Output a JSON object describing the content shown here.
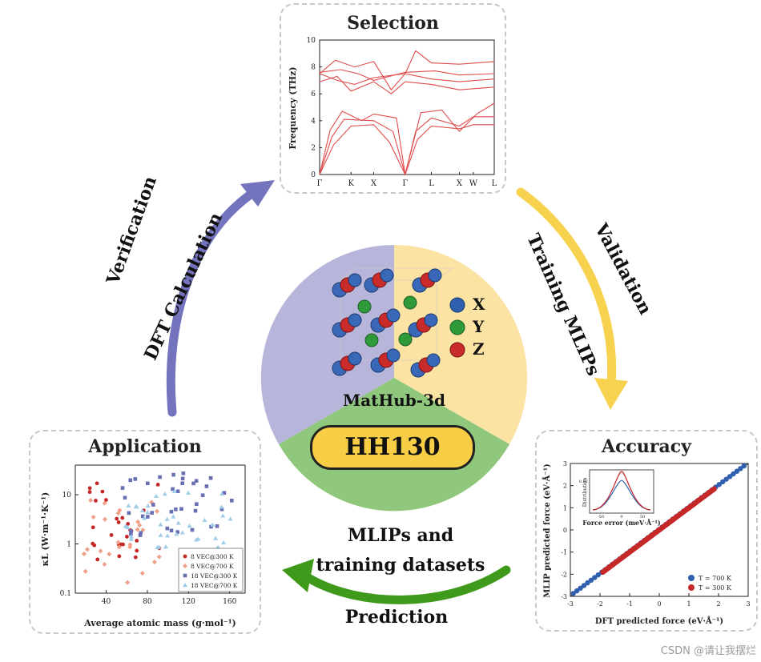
{
  "center": {
    "dataset": "MatHub-3d",
    "badge": "HH130",
    "legend": [
      {
        "symbol": "X",
        "color": "#2f5fae"
      },
      {
        "symbol": "Y",
        "color": "#2e9a3a"
      },
      {
        "symbol": "Z",
        "color": "#c92a2a"
      }
    ],
    "sector_colors": {
      "left": "#b7b6da",
      "right": "#fbe3a3",
      "bottom": "#8fc77c"
    }
  },
  "cycle": {
    "top_left_1": "Verification",
    "top_left_2": "DFT Calculation",
    "top_right_1": "Validation",
    "top_right_2": "Training MLIPs",
    "bottom_1": "MLIPs and",
    "bottom_2": "training datasets",
    "bottom_3": "Prediction",
    "arrow_colors": {
      "left": "#7473bd",
      "right": "#f7d24e",
      "bottom": "#3f9a1c"
    }
  },
  "selection": {
    "title": "Selection",
    "chart_data": {
      "type": "line",
      "ylabel": "Frequency (THz)",
      "ylim": [
        0,
        10
      ],
      "yticks": [
        "0",
        "2",
        "4",
        "6",
        "8",
        "10"
      ],
      "xticks": [
        "Γ",
        "K",
        "X",
        "Γ",
        "L",
        "X",
        "W",
        "L"
      ]
    }
  },
  "application": {
    "title": "Application",
    "chart_data": {
      "type": "scatter",
      "xlabel": "Average atomic mass (g·mol⁻¹)",
      "ylabel": "κL (W·m⁻¹·K⁻¹)",
      "xticks": [
        "40",
        "80",
        "120",
        "160"
      ],
      "yticks": [
        "0.1",
        "1",
        "10"
      ],
      "yscale": "log",
      "series": [
        {
          "name": "8 VEC@300 K",
          "color": "#c62828",
          "marker": "circle"
        },
        {
          "name": "8 VEC@700 K",
          "color": "#f0a089",
          "marker": "diamond"
        },
        {
          "name": "18 VEC@300 K",
          "color": "#6a6fb4",
          "marker": "square"
        },
        {
          "name": "18 VEC@700 K",
          "color": "#9fcde6",
          "marker": "triangle"
        }
      ]
    }
  },
  "accuracy": {
    "title": "Accuracy",
    "chart_data": {
      "type": "scatter",
      "xlabel": "DFT predicted force (eV·Å⁻¹)",
      "ylabel": "MLIP predicted force (eV·Å⁻¹)",
      "xlim": [
        -3,
        3
      ],
      "ylim": [
        -3,
        3
      ],
      "xticks": [
        "-3",
        "-2",
        "-1",
        "0",
        "1",
        "2",
        "3"
      ],
      "yticks": [
        "-3",
        "-2",
        "-1",
        "0",
        "1",
        "2",
        "3"
      ],
      "series": [
        {
          "name": "T = 700 K",
          "color": "#2f5fae"
        },
        {
          "name": "T = 300 K",
          "color": "#c62828"
        }
      ],
      "inset": {
        "xlabel": "Force error (meV·Å⁻¹)",
        "ylabel": "Distribution",
        "xticks": [
          "-50",
          "0",
          "50"
        ],
        "yticks": [
          "0.02"
        ]
      }
    }
  },
  "watermark": "CSDN @请让我摆烂"
}
